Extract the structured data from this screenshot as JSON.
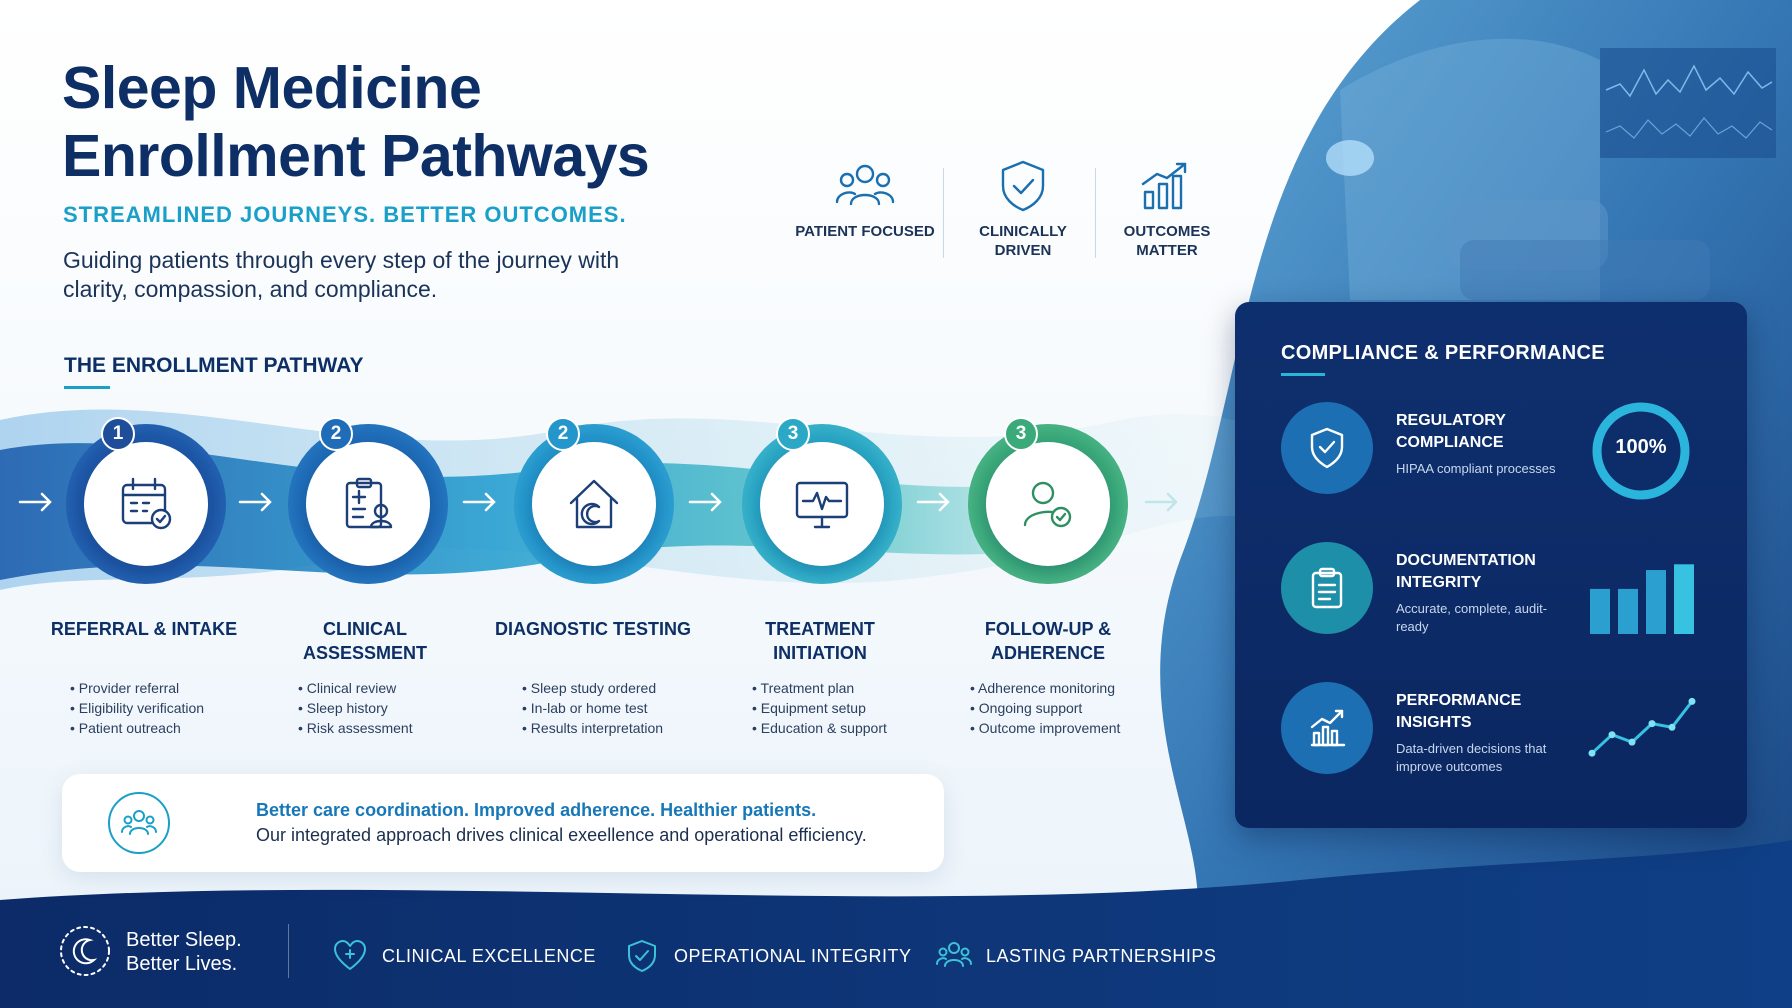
{
  "header": {
    "title": "Sleep Medicine Enrollment Pathways",
    "tagline": "STREAMLINED JOURNEYS. BETTER OUTCOMES.",
    "intro": "Guiding patients through every step of the journey with clarity, compassion, and compliance."
  },
  "values": [
    {
      "label": "PATIENT FOCUSED",
      "icon": "people-icon"
    },
    {
      "label": "CLINICALLY DRIVEN",
      "icon": "shield-check-icon"
    },
    {
      "label": "OUTCOMES MATTER",
      "icon": "growth-chart-icon"
    }
  ],
  "pathway": {
    "title": "THE ENROLLMENT PATHWAY",
    "steps": [
      {
        "number": "1",
        "title": "REFERRAL & INTAKE",
        "icon": "calendar-check-icon",
        "bullets": [
          "Provider referral",
          "Eligibility verification",
          "Patient outreach"
        ]
      },
      {
        "number": "2",
        "title": "CLINICAL ASSESSMENT",
        "icon": "clipboard-person-icon",
        "bullets": [
          "Clinical review",
          "Sleep history",
          "Risk assessment"
        ]
      },
      {
        "number": "2",
        "title": "DIAGNOSTIC TESTING",
        "icon": "home-moon-icon",
        "bullets": [
          "Sleep study ordered",
          "In-lab or home test",
          "Results interpretation"
        ]
      },
      {
        "number": "3",
        "title": "TREATMENT INITIATION",
        "icon": "monitor-heartbeat-icon",
        "bullets": [
          "Treatment plan",
          "Equipment setup",
          "Education & support"
        ]
      },
      {
        "number": "3",
        "title": "FOLLOW-UP & ADHERENCE",
        "icon": "person-check-icon",
        "bullets": [
          "Adherence monitoring",
          "Ongoing support",
          "Outcome improvement"
        ]
      }
    ]
  },
  "note": {
    "headline": "Better care coordination. Improved adherence. Healthier patients.",
    "body": "Our integrated approach drives clinical exeellence and operational efficiency."
  },
  "compliance": {
    "title": "COMPLIANCE & PERFORMANCE",
    "items": [
      {
        "title": "REGULATORY COMPLIANCE",
        "desc": "HIPAA compliant processes",
        "icon": "shield-check-icon",
        "metric": "100%",
        "metric_value": 1.0
      },
      {
        "title": "DOCUMENTATION INTEGRITY",
        "desc": "Accurate, complete, audit-ready",
        "icon": "clipboard-list-icon",
        "bars": [
          0.55,
          0.55,
          0.78,
          0.85
        ]
      },
      {
        "title": "PERFORMANCE INSIGHTS",
        "desc": "Data-driven decisions that improve outcomes",
        "icon": "bar-trend-icon",
        "trend": [
          0.2,
          0.45,
          0.35,
          0.6,
          0.55,
          0.9
        ]
      }
    ]
  },
  "footer": {
    "brand_line1": "Better Sleep.",
    "brand_line2": "Better Lives.",
    "items": [
      {
        "label": "CLINICAL EXCELLENCE",
        "icon": "heart-icon"
      },
      {
        "label": "OPERATIONAL INTEGRITY",
        "icon": "shield-check-icon"
      },
      {
        "label": "LASTING PARTNERSHIPS",
        "icon": "people-icon"
      }
    ]
  },
  "colors": {
    "navy": "#0d2f66",
    "teal": "#1aa0c8",
    "green": "#3aaa7a",
    "panel": "#0e2f6e"
  }
}
